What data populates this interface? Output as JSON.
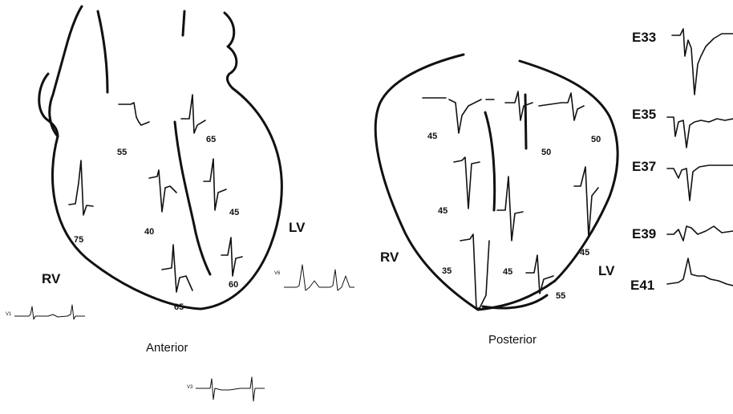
{
  "views": {
    "anterior": {
      "caption": "Anterior",
      "rv_label": "RV",
      "lv_label": "LV",
      "site_values": [
        "55",
        "65",
        "75",
        "40",
        "45",
        "60",
        "65"
      ]
    },
    "posterior": {
      "caption": "Posterior",
      "rv_label": "RV",
      "lv_label": "LV",
      "site_values": [
        "45",
        "50",
        "50",
        "45",
        "45",
        "35",
        "45",
        "55"
      ]
    }
  },
  "surface_leads": [
    "V1",
    "V6",
    "V3"
  ],
  "esophageal_leads": [
    "E33",
    "E35",
    "E37",
    "E39",
    "E41"
  ]
}
